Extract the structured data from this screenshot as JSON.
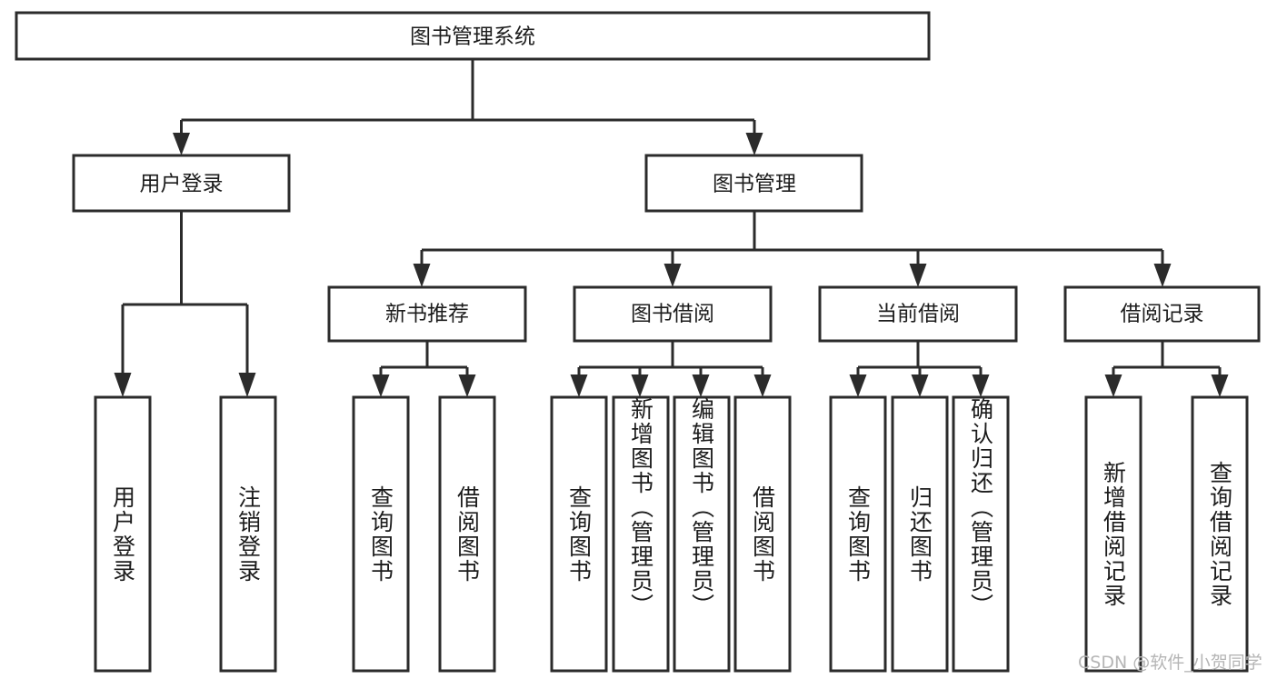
{
  "diagram": {
    "title": "图书管理系统",
    "watermark": "CSDN @软件_小贺同学",
    "type": "tree-hierarchy-chart",
    "colors": {
      "stroke": "#2b2b2b",
      "fill": "#ffffff",
      "text": "#1c1c1c",
      "watermark": "#b5b5b5",
      "background": "#ffffff"
    },
    "root": {
      "label": "图书管理系统"
    },
    "level2": [
      {
        "label": "用户登录"
      },
      {
        "label": "图书管理"
      }
    ],
    "level3": [
      {
        "label": "新书推荐"
      },
      {
        "label": "图书借阅"
      },
      {
        "label": "当前借阅"
      },
      {
        "label": "借阅记录"
      }
    ],
    "leaves": {
      "user_login": [
        {
          "label": "用户登录"
        },
        {
          "label": "注销登录"
        }
      ],
      "new_book_recommend": [
        {
          "label": "查询图书"
        },
        {
          "label": "借阅图书"
        }
      ],
      "book_borrow": [
        {
          "label": "查询图书"
        },
        {
          "label": "新增图书（管理员）"
        },
        {
          "label": "编辑图书（管理员）"
        },
        {
          "label": "借阅图书"
        }
      ],
      "current_borrow": [
        {
          "label": "查询图书"
        },
        {
          "label": "归还图书"
        },
        {
          "label": "确认归还（管理员）"
        }
      ],
      "borrow_record": [
        {
          "label": "新增借阅记录"
        },
        {
          "label": "查询借阅记录"
        }
      ]
    }
  }
}
